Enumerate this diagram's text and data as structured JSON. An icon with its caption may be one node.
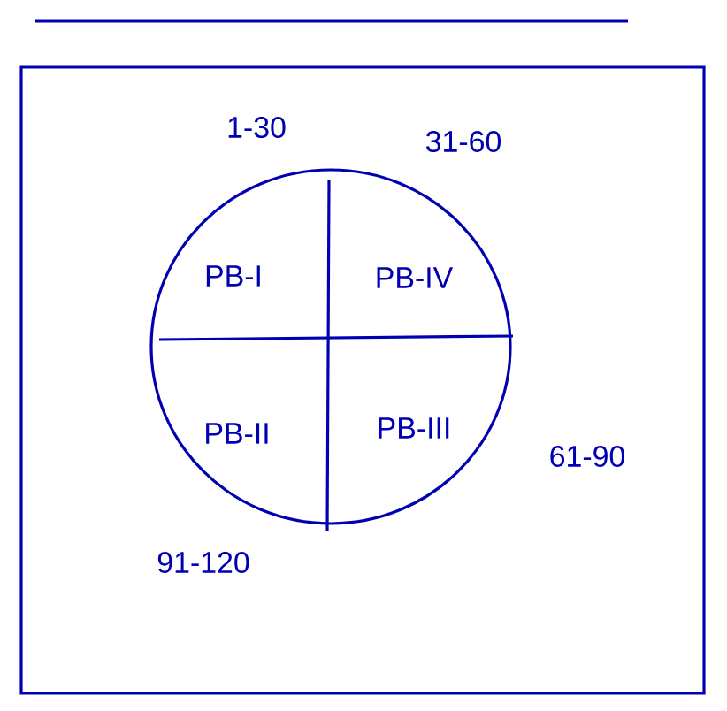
{
  "diagram": {
    "nodes": [
      {
        "text": [],
        "shape": "circle"
      },
      {
        "text": [
          "PB-I"
        ],
        "in": 0
      },
      {
        "text": [
          "PB-IV"
        ],
        "in": 0
      },
      {
        "text": [
          "PB-II"
        ],
        "in": 0
      },
      {
        "text": [
          "PB-III"
        ],
        "in": 0
      }
    ],
    "labels": [
      "1-30",
      "31-60",
      "61-90",
      "91-120"
    ]
  }
}
